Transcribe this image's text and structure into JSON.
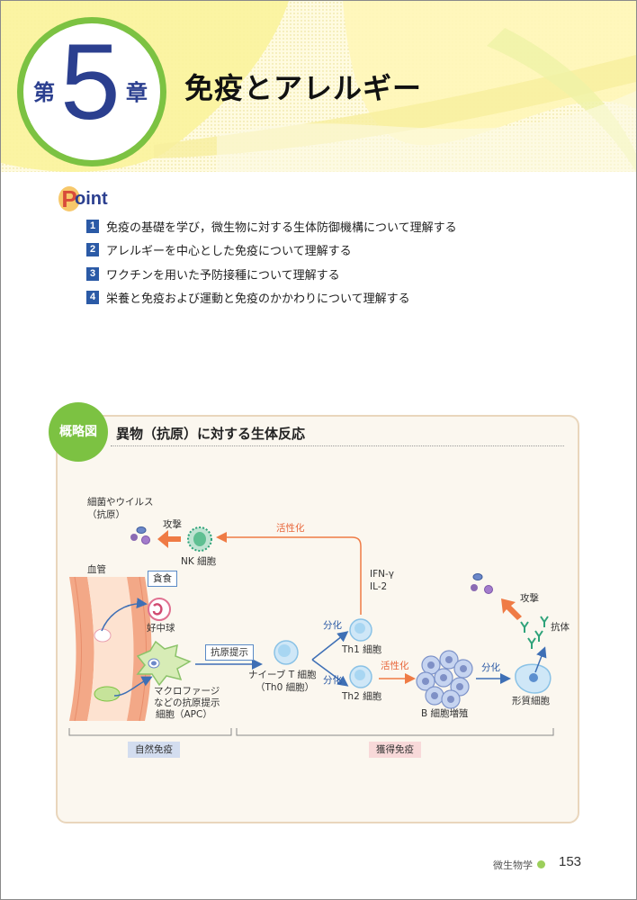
{
  "chapter": {
    "prefix": "第",
    "number": "5",
    "suffix": "章",
    "title": "免疫とアレルギー"
  },
  "point": {
    "heading_initial": "P",
    "heading_rest": "oint",
    "items": [
      {
        "num": "1",
        "text": "免疫の基礎を学び，微生物に対する生体防御機構について理解する"
      },
      {
        "num": "2",
        "text": "アレルギーを中心とした免疫について理解する"
      },
      {
        "num": "3",
        "text": "ワクチンを用いた予防接種について理解する"
      },
      {
        "num": "4",
        "text": "栄養と免疫および運動と免疫のかかわりについて理解する"
      }
    ]
  },
  "overview": {
    "badge": "概略図",
    "title": "異物（抗原）に対する生体反応",
    "labels": {
      "bacteria_line1": "細菌やウイルス",
      "bacteria_line2": "（抗原）",
      "attack_left": "攻撃",
      "nk_cell": "NK 細胞",
      "activation_top": "活性化",
      "blood_vessel": "血管",
      "phagocytosis": "貪食",
      "neutrophil": "好中球",
      "antigen_presentation": "抗原提示",
      "macrophage_line1": "マクロファージ",
      "macrophage_line2": "などの抗原提示",
      "macrophage_line3": "細胞（APC）",
      "naive_t_line1": "ナイーブ T 細胞",
      "naive_t_line2": "（Th0 細胞）",
      "diff_up": "分化",
      "diff_down": "分化",
      "th1": "Th1 細胞",
      "th2": "Th2 細胞",
      "ifn": "IFN-γ",
      "il2": "IL-2",
      "activation_mid": "活性化",
      "b_cell": "B 細胞増殖",
      "diff_right": "分化",
      "plasma_cell": "形質細胞",
      "antibody": "抗体",
      "attack_right": "攻撃",
      "innate": "自然免疫",
      "acquired": "獲得免疫"
    },
    "colors": {
      "green": "#7cc242",
      "orange_arrow": "#ef7b45",
      "blue_arrow": "#3e6fb5",
      "vessel": "#f3a887"
    }
  },
  "footer": {
    "subject": "微生物学",
    "page": "153"
  }
}
